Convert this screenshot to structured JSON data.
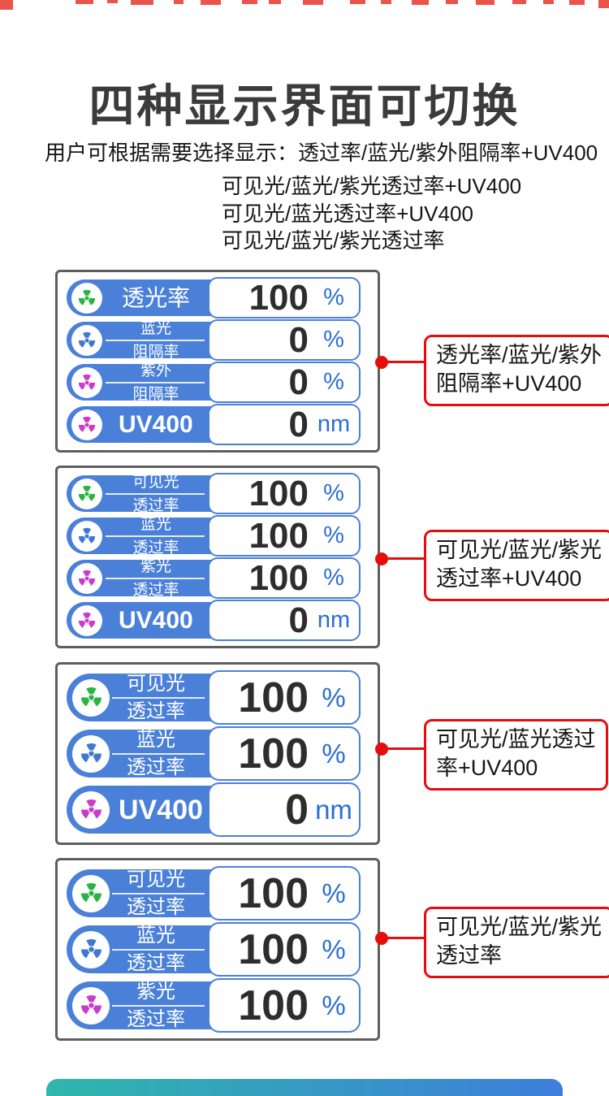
{
  "title": "四种显示界面可切换",
  "intro": {
    "label": "用户可根据需要选择显示：",
    "option1": "透过率/蓝光/紫外阻隔率+UV400",
    "option2": "可见光/蓝光/紫光透过率+UV400",
    "option3": "可见光/蓝光透过率+UV400",
    "option4": "可见光/蓝光/紫光透过率"
  },
  "colors": {
    "pill_blue": "#4a80d8",
    "unit_blue": "#2b6ed8",
    "number_dark": "#2d2d2d",
    "callout_red": "#e60d0d",
    "icon_green": "#27b540",
    "icon_blue": "#4077d0",
    "icon_magenta": "#cb3bcb",
    "panel_border_gray": "#5e5e5e",
    "bottom_bar_teal": "#2fb7ab",
    "bottom_bar_blue": "#3d7edb"
  },
  "panels": [
    {
      "callout": {
        "line1": "透光率/蓝光/紫外",
        "line2": "阻隔率+UV400"
      },
      "rows": [
        {
          "label1": "透光率",
          "value": "100",
          "unit": "%",
          "icon_color": "#27b540"
        },
        {
          "label1": "蓝光",
          "label2": "阻隔率",
          "value": "0",
          "unit": "%",
          "icon_color": "#4077d0"
        },
        {
          "label1": "紫外",
          "label2": "阻隔率",
          "value": "0",
          "unit": "%",
          "icon_color": "#cb3bcb"
        },
        {
          "label1": "UV400",
          "value": "0",
          "unit": "nm",
          "icon_color": "#cb3bcb"
        }
      ]
    },
    {
      "callout": {
        "line1": "可见光/蓝光/紫光",
        "line2": "透过率+UV400"
      },
      "rows": [
        {
          "label1": "可见光",
          "label2": "透过率",
          "value": "100",
          "unit": "%",
          "icon_color": "#27b540"
        },
        {
          "label1": "蓝光",
          "label2": "透过率",
          "value": "100",
          "unit": "%",
          "icon_color": "#4077d0"
        },
        {
          "label1": "紫光",
          "label2": "透过率",
          "value": "100",
          "unit": "%",
          "icon_color": "#cb3bcb"
        },
        {
          "label1": "UV400",
          "value": "0",
          "unit": "nm",
          "icon_color": "#cb3bcb"
        }
      ]
    },
    {
      "callout": {
        "line1": "可见光/蓝光透过",
        "line2": "率+UV400"
      },
      "rows": [
        {
          "label1": "可见光",
          "label2": "透过率",
          "value": "100",
          "unit": "%",
          "icon_color": "#27b540"
        },
        {
          "label1": "蓝光",
          "label2": "透过率",
          "value": "100",
          "unit": "%",
          "icon_color": "#4077d0"
        },
        {
          "label1": "UV400",
          "value": "0",
          "unit": "nm",
          "icon_color": "#cb3bcb"
        }
      ]
    },
    {
      "callout": {
        "line1": "可见光/蓝光/紫光",
        "line2": "透过率"
      },
      "rows": [
        {
          "label1": "可见光",
          "label2": "透过率",
          "value": "100",
          "unit": "%",
          "icon_color": "#27b540"
        },
        {
          "label1": "蓝光",
          "label2": "透过率",
          "value": "100",
          "unit": "%",
          "icon_color": "#4077d0"
        },
        {
          "label1": "紫光",
          "label2": "透过率",
          "value": "100",
          "unit": "%",
          "icon_color": "#cb3bcb"
        }
      ]
    }
  ]
}
